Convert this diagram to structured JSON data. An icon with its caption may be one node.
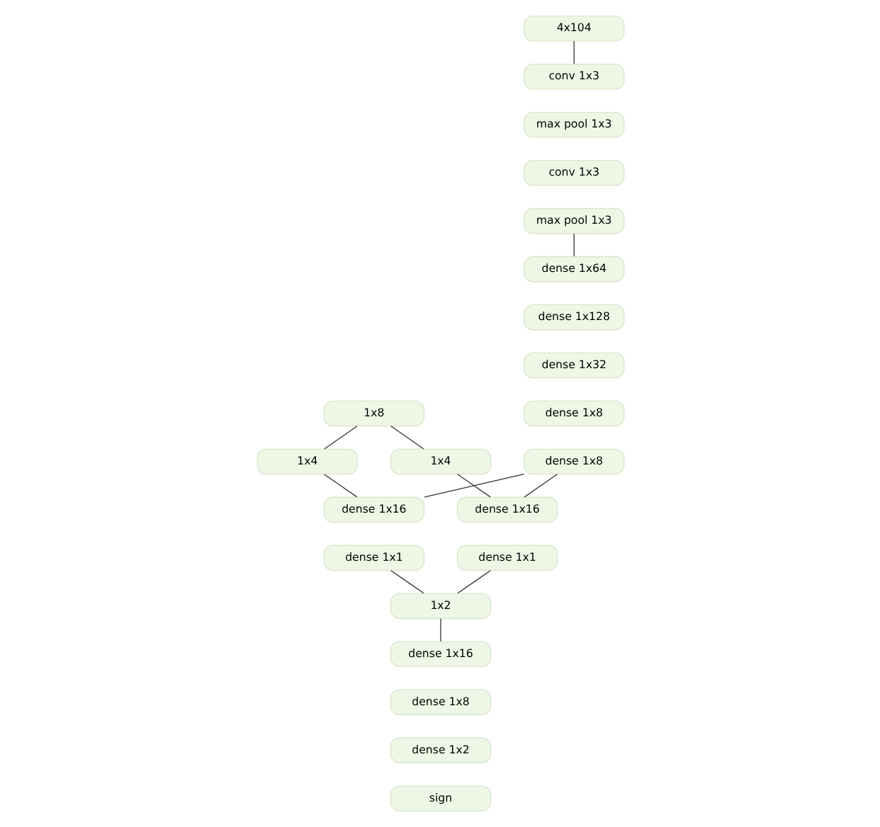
{
  "diagram": {
    "nodes": [
      {
        "text": [
          "4x104"
        ]
      },
      {
        "text": [
          "conv 1x3"
        ]
      },
      {
        "text": [
          "max pool 1x3"
        ]
      },
      {
        "text": [
          "conv 1x3"
        ]
      },
      {
        "text": [
          "max pool 1x3"
        ]
      },
      {
        "text": [
          "dense 1x64"
        ]
      },
      {
        "text": [
          "dense 1x128"
        ]
      },
      {
        "text": [
          "dense 1x32"
        ]
      },
      {
        "text": [
          "dense 1x8"
        ]
      },
      {
        "text": [
          "dense 1x8"
        ]
      },
      {
        "text": [
          "1x8"
        ]
      },
      {
        "text": [
          "1x4"
        ]
      },
      {
        "text": [
          "1x4"
        ]
      },
      {
        "text": [
          "dense 1x16"
        ]
      },
      {
        "text": [
          "dense 1x16"
        ]
      },
      {
        "text": [
          "dense 1x1"
        ]
      },
      {
        "text": [
          "dense 1x1"
        ]
      },
      {
        "text": [
          "1x2"
        ]
      },
      {
        "text": [
          "dense 1x16"
        ]
      },
      {
        "text": [
          "dense 1x8"
        ]
      },
      {
        "text": [
          "dense 1x2"
        ]
      },
      {
        "text": [
          "sign"
        ]
      }
    ],
    "edges": [
      {
        "from": 0,
        "to": 1,
        "arrow": "none"
      },
      {
        "from": 4,
        "to": 5,
        "arrow": "none"
      },
      {
        "from": 9,
        "to": 13,
        "arrow": "none"
      },
      {
        "from": 9,
        "to": 14,
        "arrow": "none"
      },
      {
        "from": 10,
        "to": 11,
        "arrow": "none"
      },
      {
        "from": 10,
        "to": 12,
        "arrow": "none"
      },
      {
        "from": 11,
        "to": 13,
        "arrow": "none"
      },
      {
        "from": 12,
        "to": 14,
        "arrow": "none"
      },
      {
        "from": 15,
        "to": 17,
        "arrow": "none"
      },
      {
        "from": 16,
        "to": 17,
        "arrow": "none"
      },
      {
        "from": 17,
        "to": 18,
        "arrow": "none"
      }
    ]
  }
}
